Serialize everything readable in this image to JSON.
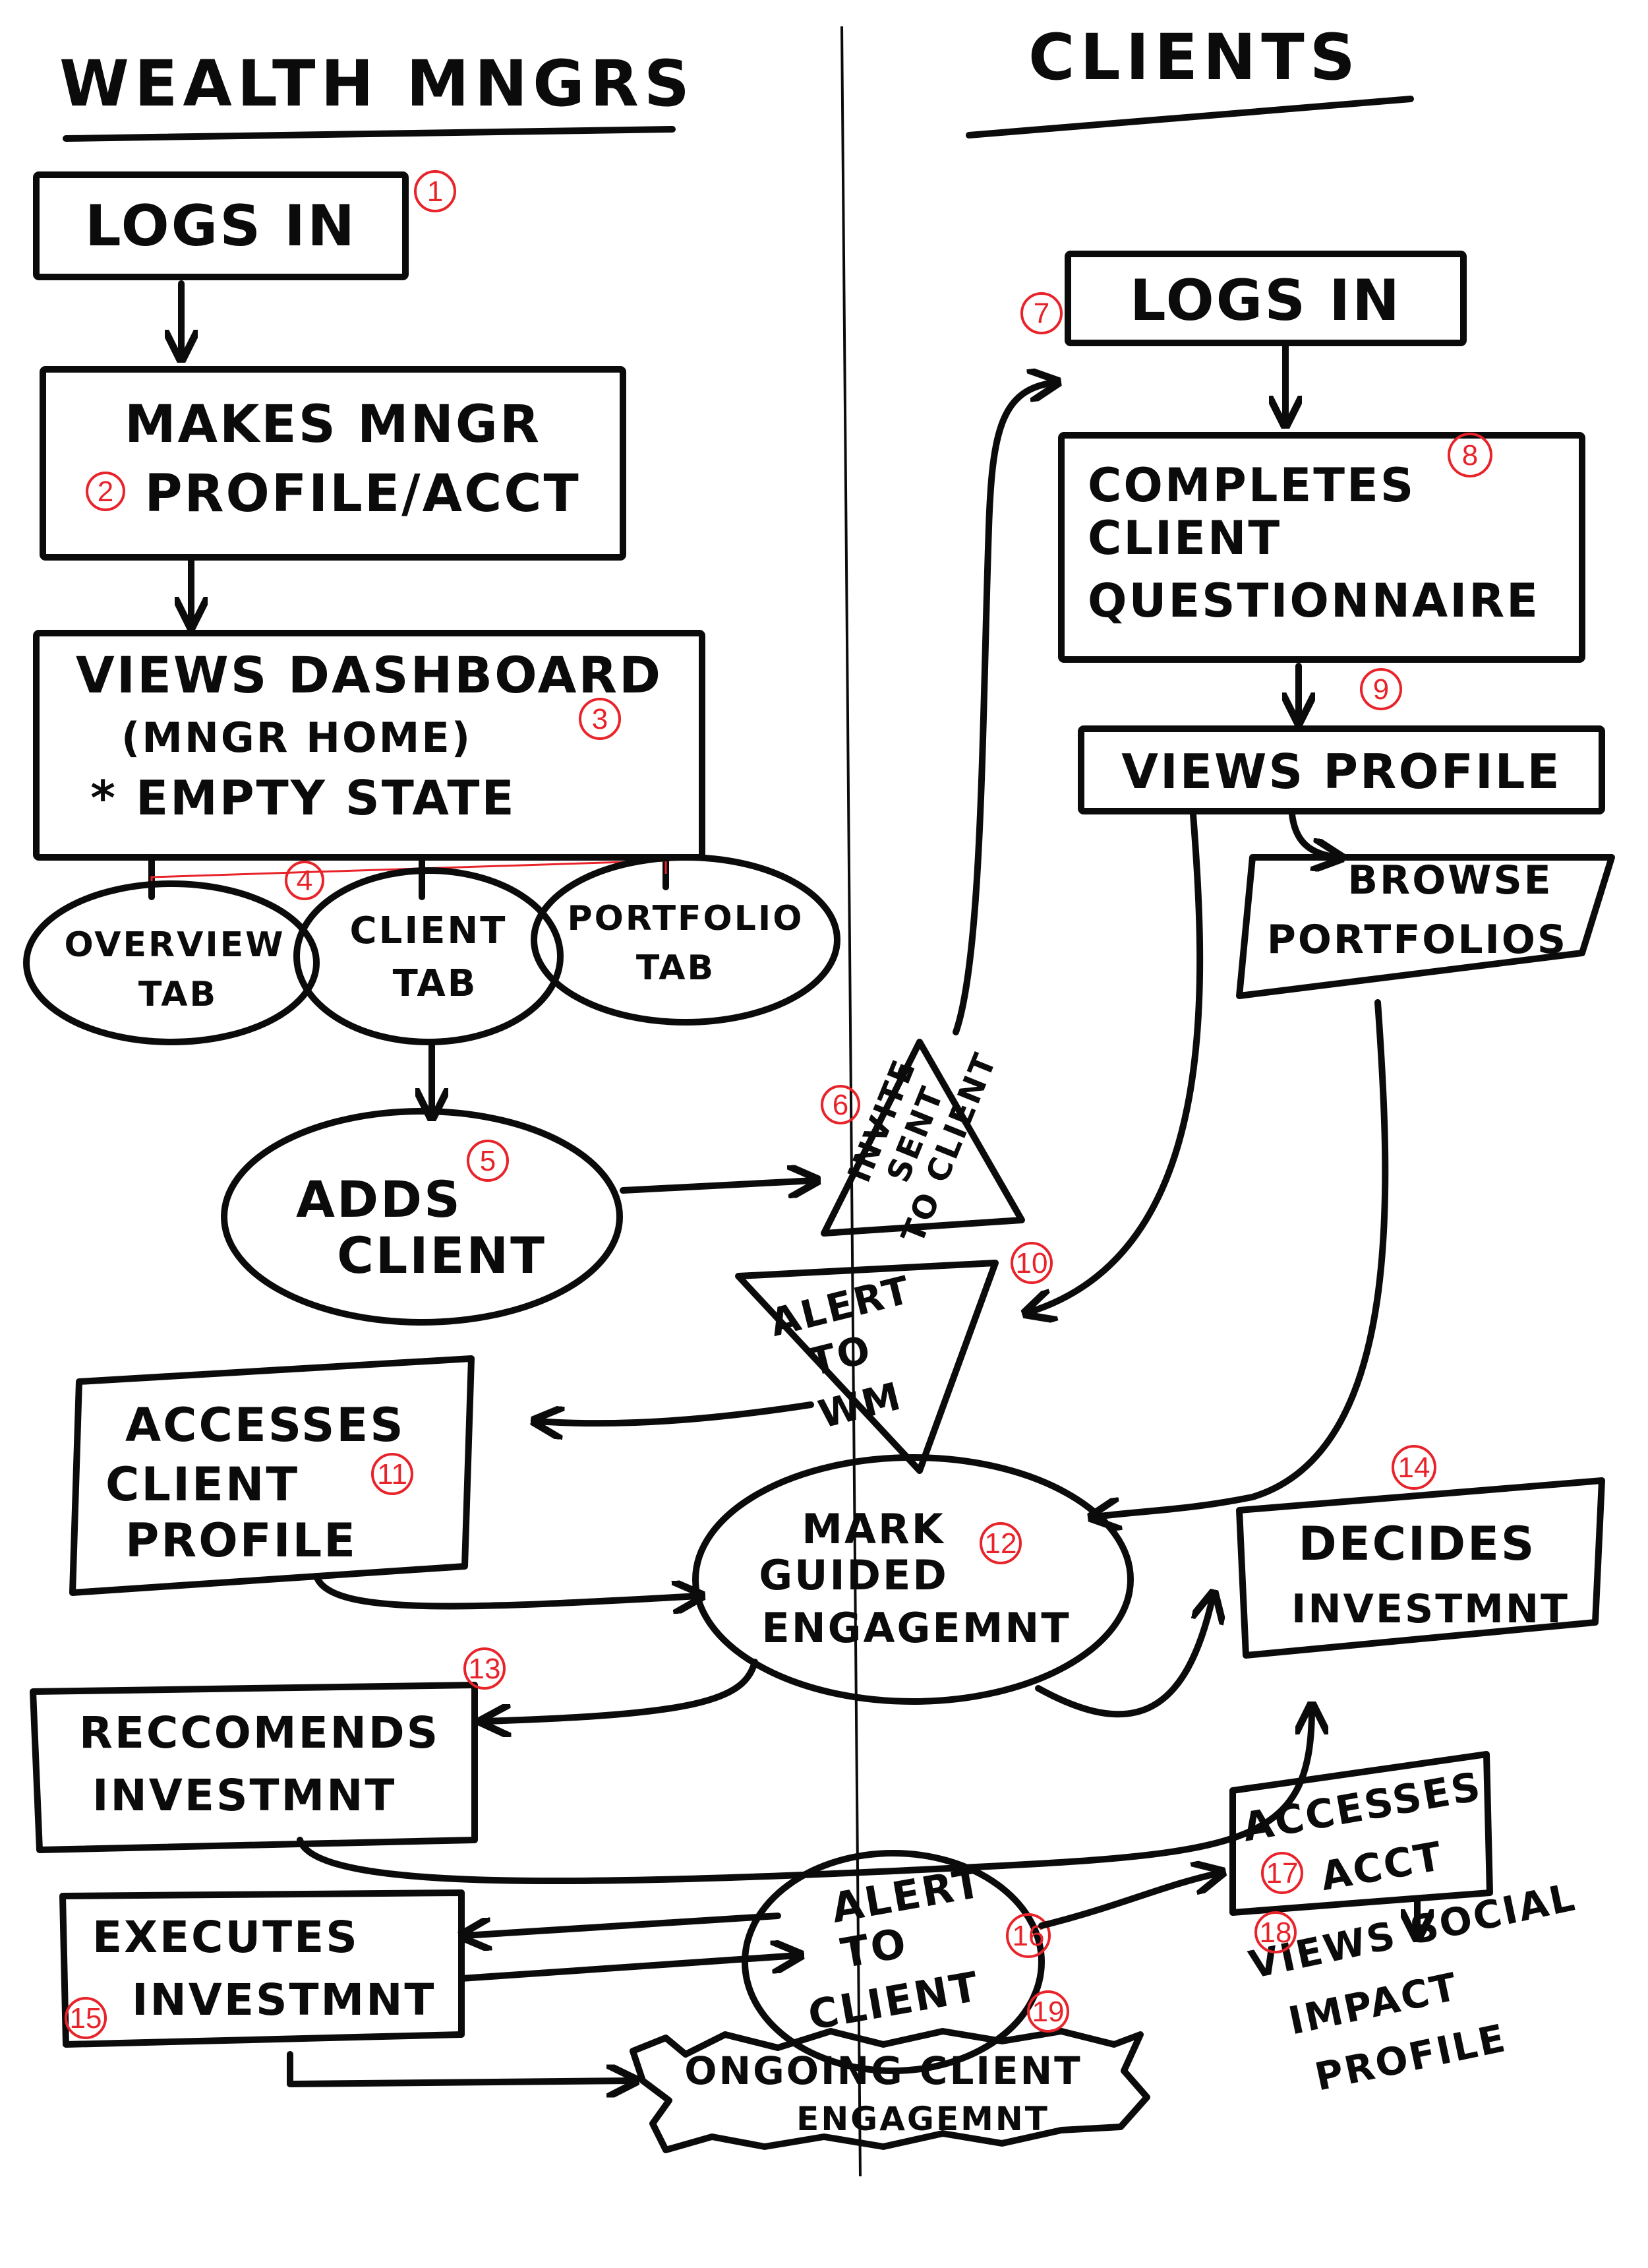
{
  "headings": {
    "left": "WEALTH MNGRS",
    "right": "CLIENTS"
  },
  "nodes": {
    "wm_login": {
      "num": "1",
      "lines": [
        "LOGS IN"
      ]
    },
    "wm_profile": {
      "num": "2",
      "lines": [
        "MAKES MNGR",
        "PROFILE/ACCT"
      ]
    },
    "dashboard": {
      "num": "3",
      "lines": [
        "VIEWS DASHBOARD",
        "(MNGR HOME)",
        "* EMPTY STATE"
      ]
    },
    "tabs_num": "4",
    "overview_tab": {
      "lines": [
        "OVERVIEW",
        "TAB"
      ]
    },
    "client_tab": {
      "lines": [
        "CLIENT",
        "TAB"
      ]
    },
    "portfolio_tab": {
      "lines": [
        "PORTFOLIO",
        "TAB"
      ]
    },
    "adds_client": {
      "num": "5",
      "lines": [
        "ADDS",
        "CLIENT"
      ]
    },
    "invite": {
      "num": "6",
      "lines": [
        "INVITE",
        "SENT",
        "TO CLIENT"
      ]
    },
    "client_login": {
      "num": "7",
      "lines": [
        "LOGS IN"
      ]
    },
    "questionnaire": {
      "num": "8",
      "lines": [
        "COMPLETES",
        "CLIENT",
        "QUESTIONNAIRE"
      ]
    },
    "views_profile": {
      "num": "9",
      "lines": [
        "VIEWS PROFILE"
      ]
    },
    "browse": {
      "lines": [
        "BROWSE",
        "PORTFOLIOS"
      ]
    },
    "alert_wm": {
      "num": "10",
      "lines": [
        "ALERT",
        "TO",
        "WM"
      ]
    },
    "accesses_profile": {
      "num": "11",
      "lines": [
        "ACCESSES",
        "CLIENT",
        "PROFILE"
      ]
    },
    "mark_guided": {
      "num": "12",
      "lines": [
        "MARK",
        "GUIDED",
        "ENGAGEMNT"
      ]
    },
    "recommends": {
      "num": "13",
      "lines": [
        "RECCOMENDS",
        "INVESTMNT"
      ]
    },
    "decides": {
      "num": "14",
      "lines": [
        "DECIDES",
        "INVESTMNT"
      ]
    },
    "executes": {
      "num": "15",
      "lines": [
        "EXECUTES",
        "INVESTMNT"
      ]
    },
    "alert_client": {
      "num": "16",
      "lines": [
        "ALERT",
        "TO",
        "CLIENT"
      ]
    },
    "accesses_acct": {
      "num": "17",
      "lines": [
        "ACCESSES",
        "ACCT"
      ]
    },
    "social_impact": {
      "num": "18",
      "lines": [
        "VIEWS SOCIAL",
        "IMPACT",
        "PROFILE"
      ]
    },
    "ongoing": {
      "num": "19",
      "lines": [
        "ONGOING CLIENT",
        "ENGAGEMNT"
      ]
    }
  }
}
